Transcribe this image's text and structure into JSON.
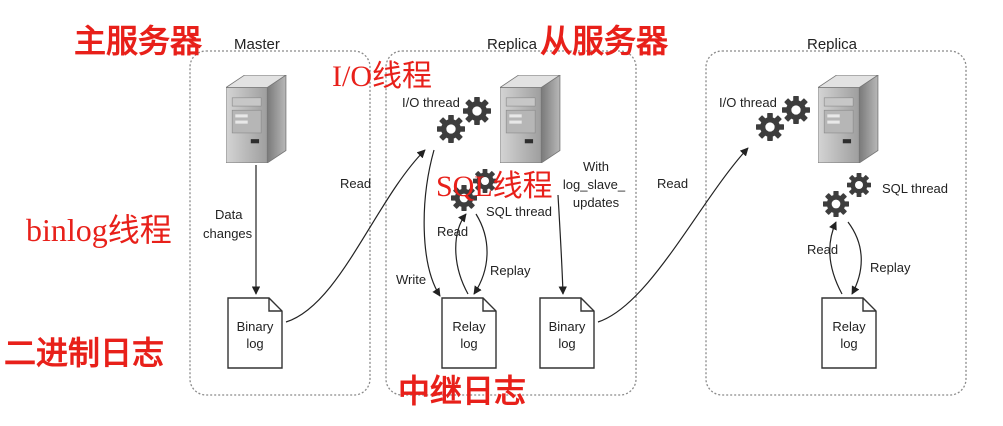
{
  "annotations": {
    "main_server": "主服务器",
    "io_thread": "I/O线程",
    "replica_server": "从服务器",
    "sql_thread": "SQL线程",
    "binlog_thread": "binlog线程",
    "binary_log": "二进制日志",
    "relay_log": "中继日志"
  },
  "boxes": {
    "master": "Master",
    "replica1": "Replica",
    "replica2": "Replica"
  },
  "labels": {
    "data_changes_1": "Data",
    "data_changes_2": "changes",
    "read_master": "Read",
    "io_thread_1": "I/O thread",
    "sql_thread_1": "SQL thread",
    "read_relay_1": "Read",
    "replay_1": "Replay",
    "write_1": "Write",
    "with_1": "With",
    "with_2": "log_slave_",
    "with_3": "updates",
    "read_replica": "Read",
    "io_thread_2": "I/O thread",
    "sql_thread_2": "SQL thread",
    "read_relay_2": "Read",
    "replay_2": "Replay"
  },
  "logs": {
    "binary_a": [
      "Binary",
      "log"
    ],
    "relay_a": [
      "Relay",
      "log"
    ],
    "binary_b": [
      "Binary",
      "log"
    ],
    "relay_b": [
      "Relay",
      "log"
    ]
  },
  "colors": {
    "annotation": "#e8201a",
    "text": "#222222",
    "border": "#8a8a8a"
  }
}
